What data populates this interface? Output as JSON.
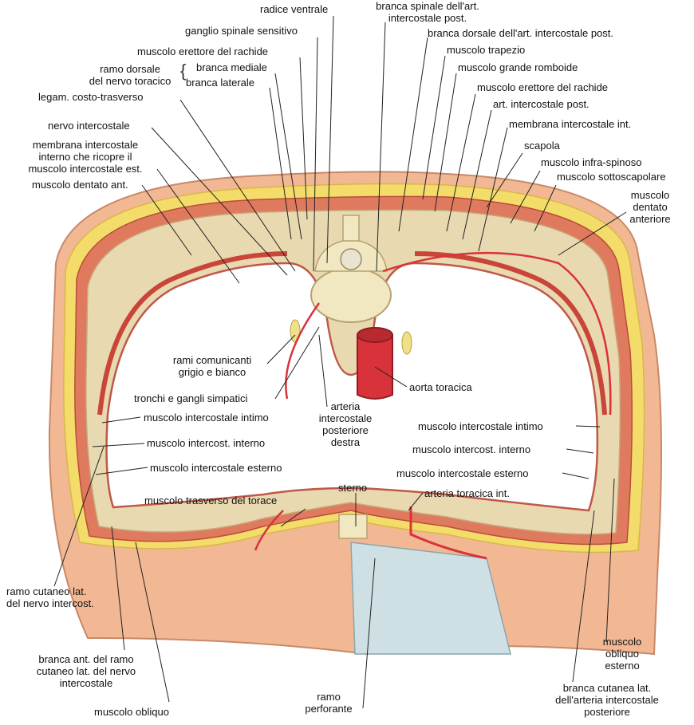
{
  "labels": {
    "radice_ventrale": "radice ventrale",
    "branca_spinale": [
      "branca spinale dell'art.",
      "intercostale post."
    ],
    "ganglio_spinale": "ganglio spinale sensitivo",
    "branca_dorsale_art": "branca dorsale dell'art. intercostale post.",
    "erettore_rachide_left": "muscolo erettore del rachide",
    "muscolo_trapezio": "muscolo trapezio",
    "ramo_dorsale": [
      "ramo dorsale",
      "del nervo toracico"
    ],
    "brace": "{",
    "branca_mediale": "branca mediale",
    "branca_laterale": "branca laterale",
    "grande_romboide": "muscolo grande romboide",
    "legam_costo": "legam. costo-trasverso",
    "erettore_rachide_right": "muscolo erettore del rachide",
    "art_intercostale_post": "art. intercostale post.",
    "nervo_intercostale": "nervo intercostale",
    "membrana_int_right": "membrana intercostale int.",
    "membrana_int_left": [
      "membrana intercostale",
      "interno che ricopre il",
      "muscolo intercostale est."
    ],
    "scapola": "scapola",
    "infra_spinoso": "muscolo infra-spinoso",
    "dentato_ant": "muscolo dentato ant.",
    "sottoscapolare": "muscolo sottoscapolare",
    "dentato_anteriore": [
      "muscolo",
      "dentato",
      "anteriore"
    ],
    "rami_comunicanti": [
      "rami comunicanti",
      "grigio e bianco"
    ],
    "aorta": "aorta toracica",
    "tronchi": "tronchi e gangli simpatici",
    "arteria_ic_post_destra": [
      "arteria",
      "intercostale",
      "posteriore",
      "destra"
    ],
    "intimo_left": "muscolo intercostale intimo",
    "intimo_right": "muscolo intercostale intimo",
    "interno_left": "muscolo intercost. interno",
    "interno_right": "muscolo intercost. interno",
    "esterno_left": "muscolo intercostale esterno",
    "esterno_right": "muscolo intercostale esterno",
    "sterno": "sterno",
    "arteria_toracica_int": "arteria toracica int.",
    "trasverso": "muscolo trasverso del torace",
    "ramo_cutaneo_lat": [
      "ramo cutaneo lat.",
      "del nervo intercost."
    ],
    "branca_ant": [
      "branca ant. del ramo",
      "cutaneo lat. del nervo",
      "intercostale"
    ],
    "obliquo_esterno": [
      "muscolo",
      "obliquo",
      "esterno"
    ],
    "ramo_perforante": [
      "ramo",
      "perforante"
    ],
    "branca_cutanea": [
      "branca cutanea lat.",
      "dell'arteria intercostale",
      "posteriore"
    ],
    "muscolo_obliquo": "muscolo obliquo"
  },
  "colors": {
    "skin": "#f5c9a3",
    "fat": "#f3dc6a",
    "muscle": "#c94a3a",
    "muscle_light": "#e58a6c",
    "artery": "#d8323a",
    "nerve": "#f0e08a",
    "bone": "#f1e8c2",
    "fascia": "#cfe0e4"
  }
}
